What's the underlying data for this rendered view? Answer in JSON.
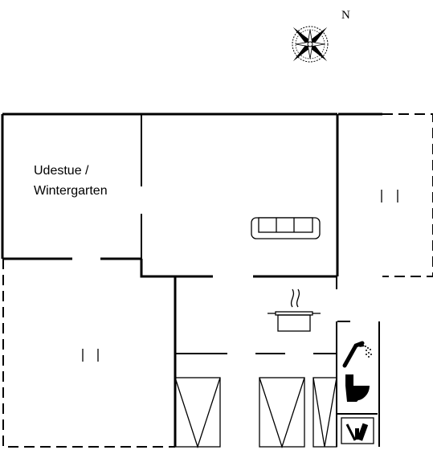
{
  "compass": {
    "north_label": "N"
  },
  "rooms": {
    "sunroom": {
      "label_line1": "Udestue /",
      "label_line2": "Wintergarten"
    }
  },
  "icons": [
    "compass-rose-icon",
    "sofa-icon",
    "cooking-pot-icon",
    "shower-icon",
    "toilet-icon",
    "cleaning-supplies-icon",
    "bed-icon"
  ],
  "colors": {
    "walls": "#000000",
    "background": "#ffffff"
  }
}
